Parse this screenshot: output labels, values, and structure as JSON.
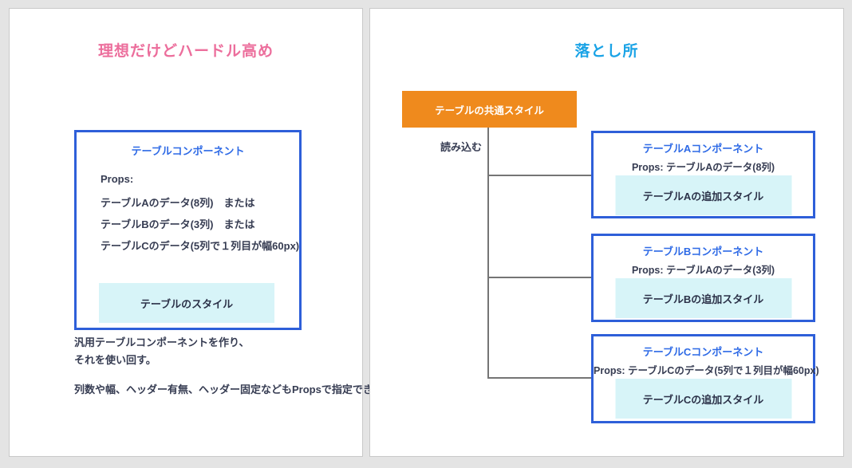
{
  "left_panel": {
    "title": "理想だけどハードル高め",
    "component_box": {
      "title": "テーブルコンポーネント",
      "props_label": "Props:",
      "props_options": [
        "テーブルAのデータ(8列)　または",
        "テーブルBのデータ(3列)　または",
        "テーブルCのデータ(5列で１列目が幅60px)"
      ],
      "style_box_label": "テーブルのスタイル"
    },
    "notes": [
      "汎用テーブルコンポーネントを作り、",
      "それを使い回す。"
    ],
    "note_extra": "列数や幅、ヘッダー有無、ヘッダー固定などもPropsで指定できる"
  },
  "right_panel": {
    "title": "落とし所",
    "shared_style_box_label": "テーブルの共通スタイル",
    "edge_label": "読み込む",
    "components": [
      {
        "title": "テーブルAコンポーネント",
        "props": "Props: テーブルAのデータ(8列)",
        "style_box_label": "テーブルAの追加スタイル"
      },
      {
        "title": "テーブルBコンポーネント",
        "props": "Props: テーブルAのデータ(3列)",
        "style_box_label": "テーブルBの追加スタイル"
      },
      {
        "title": "テーブルCコンポーネント",
        "props": "Props: テーブルCのデータ(5列で１列目が幅60px)",
        "style_box_label": "テーブルCの追加スタイル"
      }
    ]
  },
  "colors": {
    "left_title_pink": "#ec6e9c",
    "right_title_cyan": "#1aa3e6",
    "component_border_blue": "#2e5fd9",
    "component_title_blue": "#2e6ae6",
    "shared_style_orange": "#ef8a1d",
    "style_box_cyan": "#d7f4f8",
    "connector_gray": "#757575",
    "body_text": "#363c52"
  }
}
